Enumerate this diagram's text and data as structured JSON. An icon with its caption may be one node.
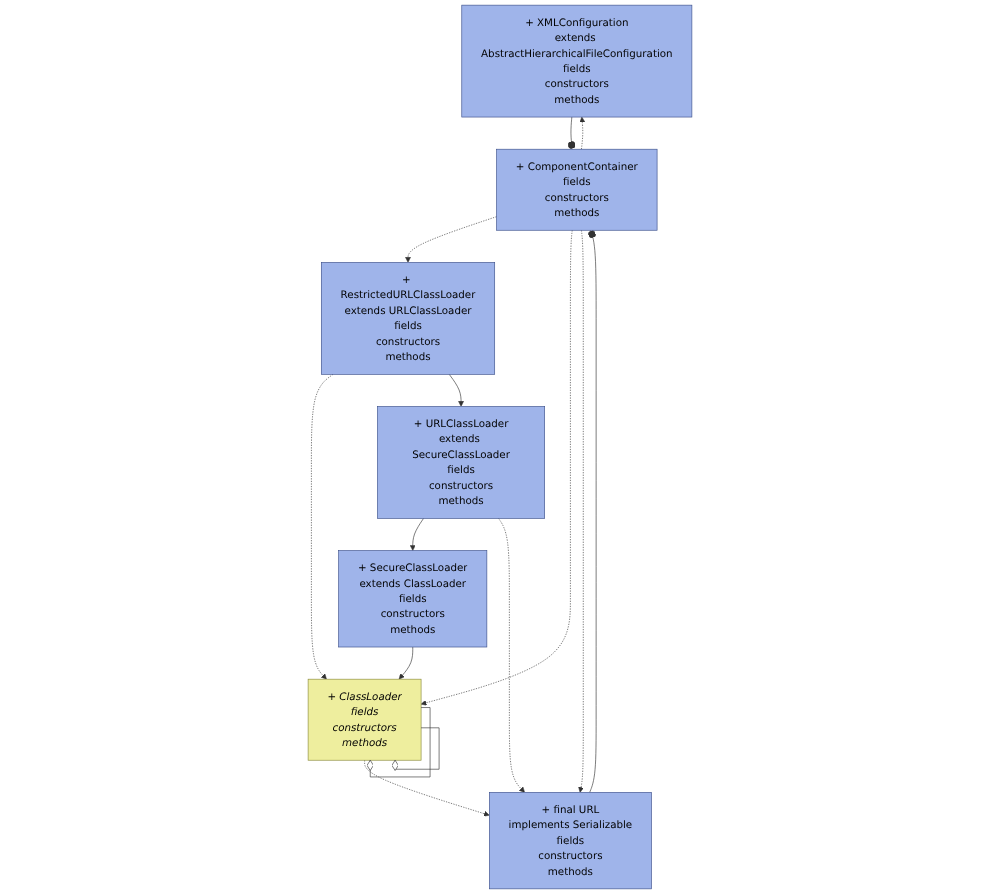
{
  "diagram": {
    "nodes": [
      {
        "text": [
          "+ XMLConfiguration",
          "extends AbstractHierarchicalFileConfiguration",
          "fields",
          "constructors",
          "methods"
        ]
      },
      {
        "text": [
          "+ RestrictedURLClassLoader",
          "extends URLClassLoader",
          "fields",
          "constructors",
          "methods"
        ]
      },
      {
        "text": [
          "+ ComponentContainer",
          "fields",
          "constructors",
          "methods"
        ]
      },
      {
        "text": [
          "+ ClassLoader",
          "fields",
          "constructors",
          "methods"
        ]
      },
      {
        "text": [
          "+ SecureClassLoader",
          "extends ClassLoader",
          "fields",
          "constructors",
          "methods"
        ]
      },
      {
        "text": [
          "+ URLClassLoader",
          "extends SecureClassLoader",
          "fields",
          "constructors",
          "methods"
        ]
      },
      {
        "text": [
          "+ final URL",
          "implements Serializable",
          "fields",
          "constructors",
          "methods"
        ]
      }
    ],
    "edges": [
      {
        "from": 2,
        "to": 0,
        "arrow": "to",
        "style": "dashed"
      },
      {
        "from": 0,
        "to": 2,
        "arrow": "other"
      },
      {
        "from": 2,
        "to": 1,
        "arrow": "to",
        "style": "dashed"
      },
      {
        "from": 1,
        "to": 3,
        "arrow": "to",
        "style": "dashed"
      },
      {
        "from": 2,
        "to": 3,
        "arrow": "to",
        "style": "dashed"
      },
      {
        "from": 3,
        "to": 3,
        "arrow": "other"
      },
      {
        "from": 3,
        "to": 3,
        "arrow": "other"
      },
      {
        "from": 4,
        "to": 3,
        "arrow": "to"
      },
      {
        "from": 1,
        "to": 5,
        "arrow": "to"
      },
      {
        "from": 5,
        "to": 4,
        "arrow": "to"
      },
      {
        "from": 3,
        "to": 6,
        "arrow": "to",
        "style": "dashed"
      },
      {
        "from": 2,
        "to": 6,
        "arrow": "to",
        "style": "dashed"
      },
      {
        "from": 6,
        "to": 2,
        "arrow": "other"
      },
      {
        "from": 5,
        "to": 6,
        "arrow": "to",
        "style": "dashed"
      }
    ]
  }
}
